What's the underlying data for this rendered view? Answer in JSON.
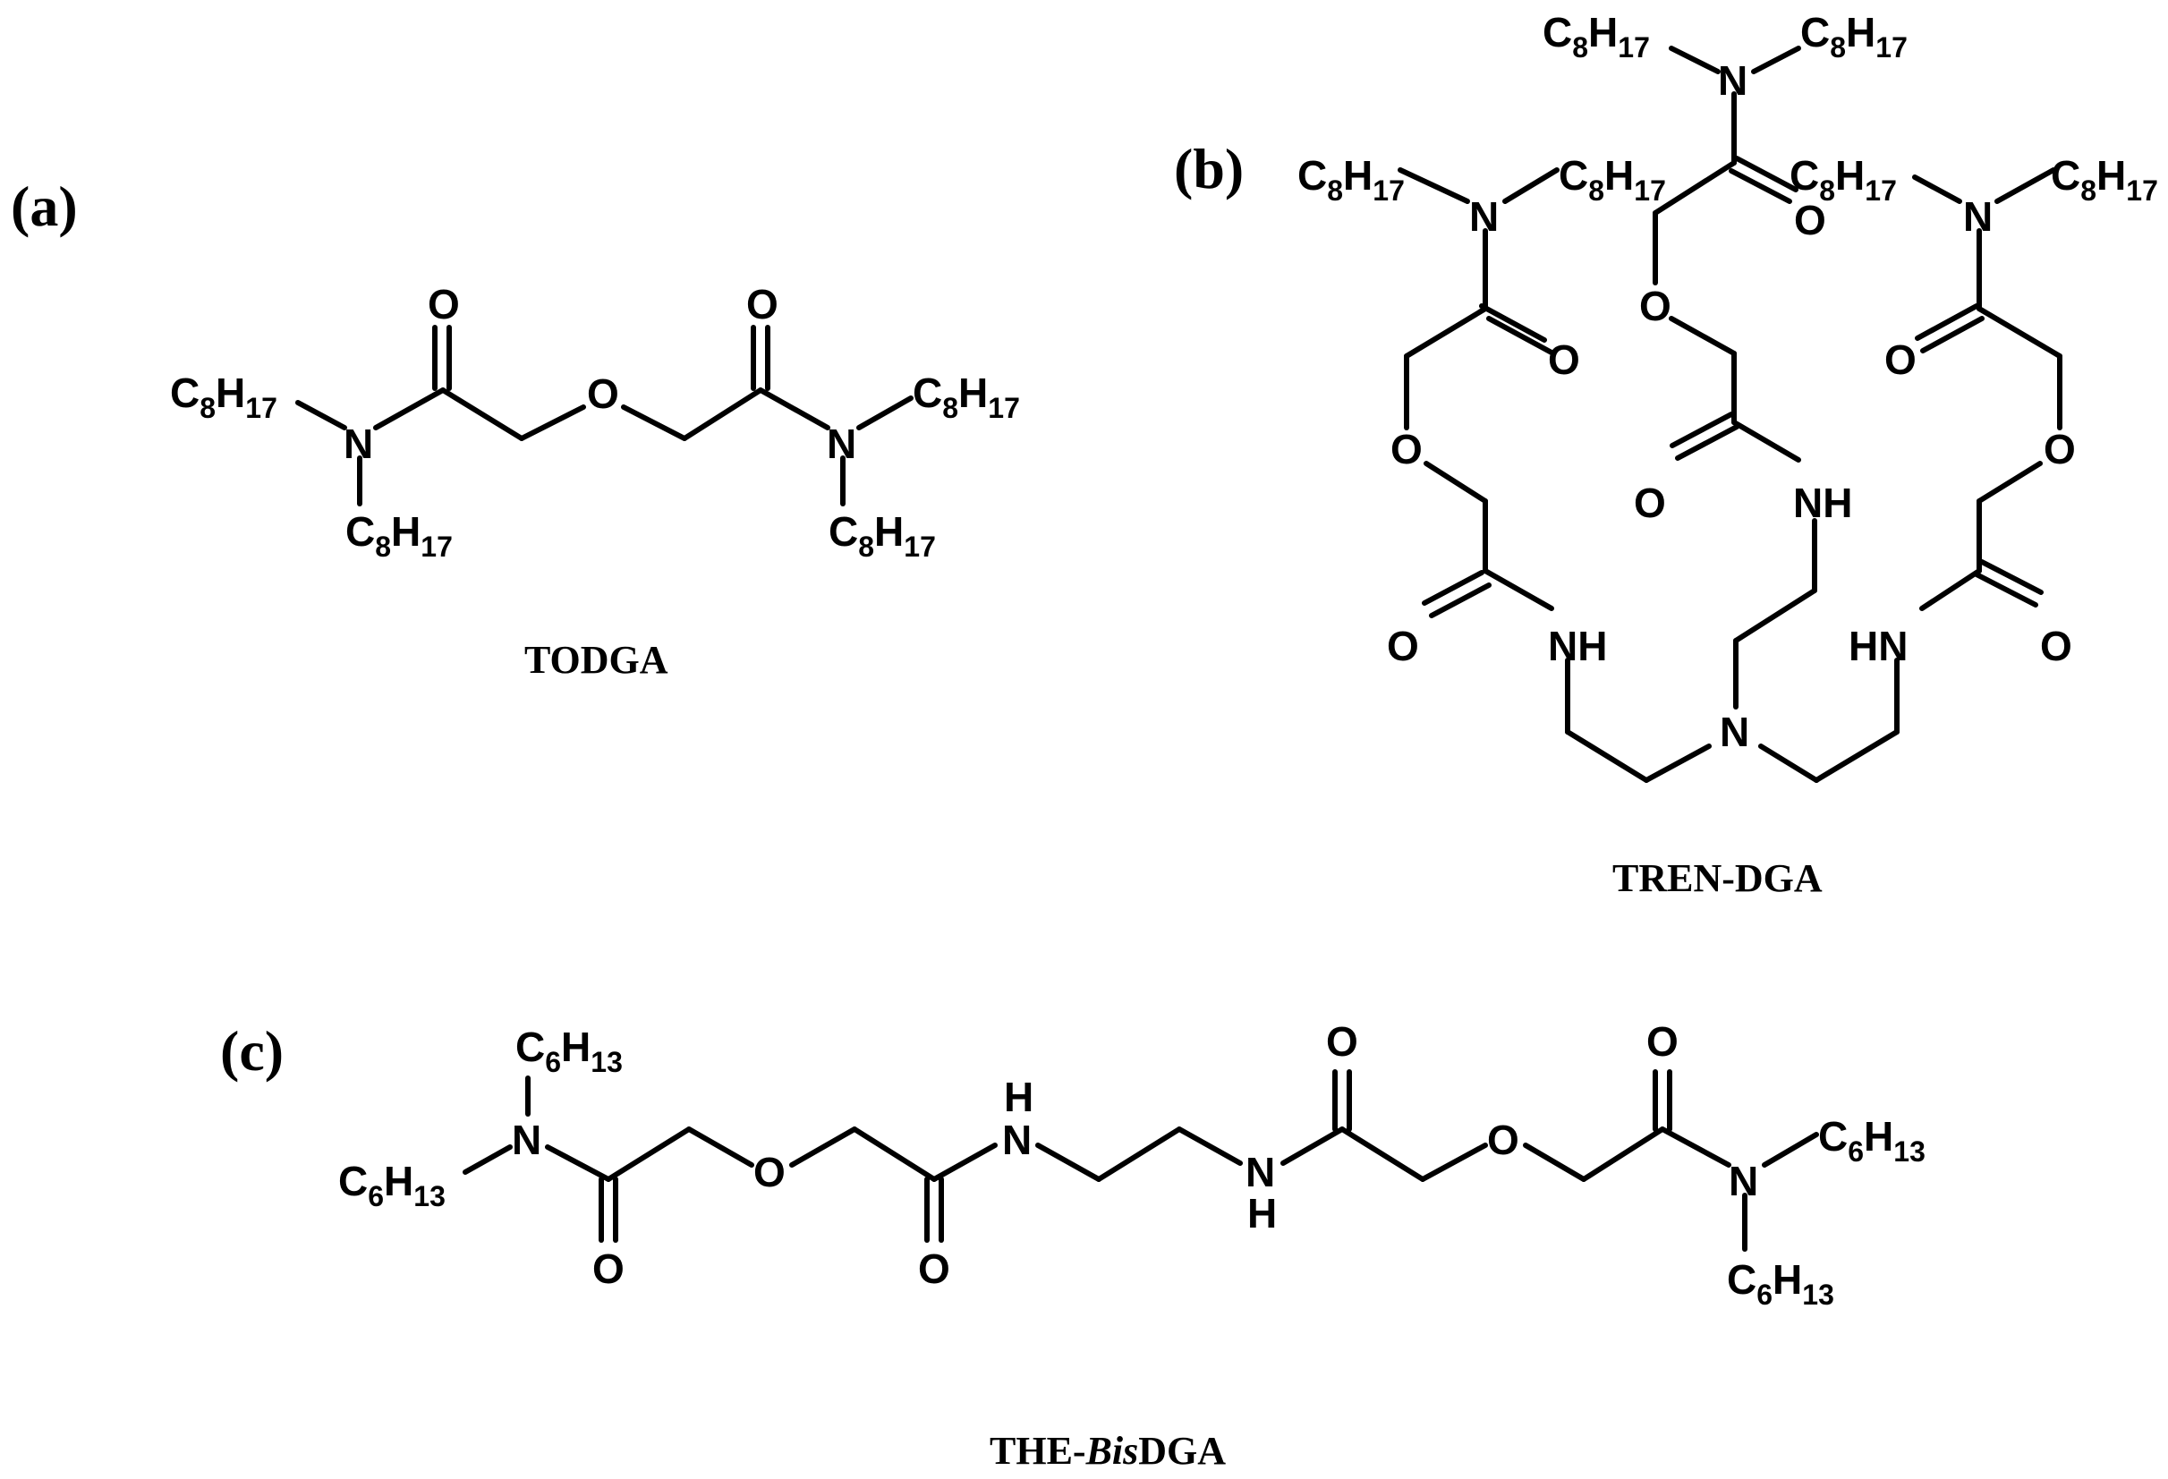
{
  "panels": {
    "a": {
      "label": "(a)",
      "caption": "TODGA",
      "atoms": {
        "c8h17_tl": [
          "C",
          "8",
          "H",
          "17"
        ],
        "c8h17_bl": [
          "C",
          "8",
          "H",
          "17"
        ],
        "c8h17_tr": [
          "C",
          "8",
          "H",
          "17"
        ],
        "c8h17_br": [
          "C",
          "8",
          "H",
          "17"
        ],
        "n1": "N",
        "n2": "N",
        "o1": "O",
        "o2": "O",
        "o3": "O"
      }
    },
    "b": {
      "label": "(b)",
      "caption": "TREN-DGA",
      "atoms": {
        "c_top_l": [
          "C",
          "8",
          "H",
          "17"
        ],
        "c_top_r": [
          "C",
          "8",
          "H",
          "17"
        ],
        "c_l1": [
          "C",
          "8",
          "H",
          "17"
        ],
        "c_l2": [
          "C",
          "8",
          "H",
          "17"
        ],
        "c_r1": [
          "C",
          "8",
          "H",
          "17"
        ],
        "c_r2": [
          "C",
          "8",
          "H",
          "17"
        ],
        "n_top": "N",
        "n_left": "N",
        "n_right": "N",
        "n_center": "N",
        "nh_mid": "NH",
        "nh_left": "NH",
        "hn_right": "HN",
        "o_top_k": "O",
        "o_top_e": "O",
        "o_mid_k": "O",
        "o_l_k": "O",
        "o_l_e": "O",
        "o_l_k2": "O",
        "o_r_k": "O",
        "o_r_e": "O",
        "o_r_k2": "O"
      }
    },
    "c": {
      "label": "(c)",
      "caption_plain": "THE-",
      "caption_italic": "Bis",
      "caption_plain2": "DGA",
      "atoms": {
        "c6_tl": [
          "C",
          "6",
          "H",
          "13"
        ],
        "c6_bl": [
          "C",
          "6",
          "H",
          "13"
        ],
        "c6_tr": [
          "C",
          "6",
          "H",
          "13"
        ],
        "c6_br": [
          "C",
          "6",
          "H",
          "13"
        ],
        "n_l": "N",
        "n_r": "N",
        "nh1_h": "H",
        "nh1_n": "N",
        "nh2_n": "N",
        "nh2_h": "H",
        "o1": "O",
        "o2": "O",
        "o3": "O",
        "o4": "O",
        "o5": "O",
        "o6": "O"
      }
    }
  }
}
